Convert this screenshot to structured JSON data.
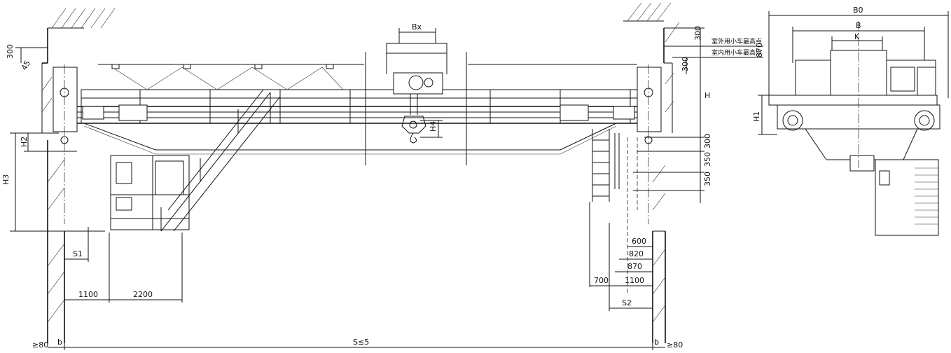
{
  "labels": {
    "dim_s_span": "S≤5",
    "dim_b_left": "b",
    "dim_b_right": "b",
    "dim_gt80_left": "≥80",
    "dim_gt80_right": "≥80",
    "dim_1100_left": "1100",
    "dim_2200": "2200",
    "dim_s1": "S1",
    "dim_s2": "S2",
    "dim_600": "600",
    "dim_820": "820",
    "dim_870_lower": "870",
    "dim_700": "700",
    "dim_1100_right": "1100",
    "dim_h": "H",
    "dim_h1": "H1",
    "dim_h2": "H2",
    "dim_h3": "H3",
    "dim_h4": "H4",
    "dim_300_topleft": "300",
    "dim_45": "45",
    "dim_300_top": "300",
    "dim_870_top": "870",
    "dim_300_side": "300",
    "dim_300_mid": "300",
    "dim_350_a": "350",
    "dim_350_b": "350",
    "dim_bx": "Bx",
    "dim_b0": "B0",
    "dim_b": "B",
    "dim_k": "K",
    "note_top": "室外用小车最高点",
    "note_bottom": "室内用小车最高点"
  }
}
